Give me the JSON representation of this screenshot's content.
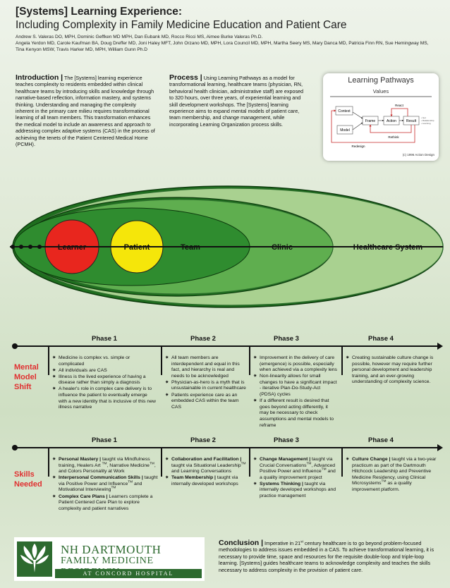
{
  "header": {
    "title_line1": "[Systems] Learning Experience:",
    "title_line2": "Including Complexity in Family Medicine Education and Patient Care",
    "authors_line1": "Andrew S. Valeras DO, MPH, Dominic Geffken MD MPH, Dan Eubank MD, Rocco Ricci MS, Aimee Burke Valeras Ph.D.",
    "authors_line2": "Angela Yerdon MD, Carole Kaufman BA, Doug Dreffer MD, Joni Haley MFT, John Orzano MD, MPH, Lora Council MD, MPH, Martha Seery MS,  Mary Danca MD, Patricia Finn RN, Sue Hemingway MS,",
    "authors_line3": "Tina Kenyon MSW, Travis Harker MD, MPH, William Gunn Ph.D"
  },
  "intro": {
    "heading": "Introduction |",
    "text": " The [Systems] learning experience teaches complexity to residents embedded within clinical healthcare teams by introducing skills and knowledge through narrative-based reflection, information mastery, and systems thinking. Understanding and managing the complexity inherent in the primary care milieu requires transformational learning of all team members. This transformation enhances the medical model to include an awareness and approach to addressing complex adaptive systems (CAS) in the process of achieving the tenets of the Patient Centered Medical Home (PCMH)."
  },
  "process": {
    "heading": "Process |",
    "text": "  Using Learning Pathways as a model for transformational learning, healthcare teams (physician, RN,  behavioral health clinician, administrative staff) are exposed to 320 hours, over three years, of experiential learning and skill development workshops. The [Systems] learning experience aims to expand mental models of patient care, team membership, and change management, while incorporating Learning Organization process skills."
  },
  "learning_pathways": {
    "title": "Learning Pathways",
    "values": "Values",
    "context": "Context",
    "model": "Model",
    "frame": "Frame",
    "action": "Action",
    "result": "Result",
    "result_note1": "• Get",
    "result_note2": "• Relationship",
    "result_note3": "• Learning",
    "react": "React",
    "rethink": "Rethink",
    "redesign": "Redesign",
    "copyright": "(c) 1996 Action Design"
  },
  "circles": {
    "learner": "Learner",
    "patient": "Patient",
    "team": "Team",
    "clinic": "Clinic",
    "system": "Healthcare System"
  },
  "phases": [
    "Phase 1",
    "Phase 2",
    "Phase 3",
    "Phase 4"
  ],
  "mental": {
    "label_line1": "Mental",
    "label_line2": "Model",
    "label_line3": "Shift",
    "p1": [
      "Medicine is complex vs. simple or complicated",
      "All individuals are CAS",
      "Illness is the lived experience of having a disease rather than simply a diagnosis",
      "A healer's role in complex care delivery is to influence the patient to eventually emerge with a new identity that is inclusive of this new illness narrative"
    ],
    "p2": [
      "All team members are interdependent and equal in this fact, and hierarchy is real and needs to be acknowledged",
      "Physician-as-hero is a myth that is unsustainable in current healthcare",
      "Patients experience care as an embedded CAS within the team CAS"
    ],
    "p3": [
      "Improvement in the delivery of care (emergence) is possible, especially when achieved via a complexity lens",
      "Non-linearity allows for small changes to have a significant impact - iterative Plan-Do-Study-Act (PDSA) cycles",
      "If a different result is desired that goes beyond acting differently, it may be necessary to check assumptions and mental models to reframe"
    ],
    "p4": [
      "Creating sustainable culture change is possible, however may require further personal development and leadership training, and an ever-growing understanding of complexity science."
    ]
  },
  "skills": {
    "label_line1": "Skills",
    "label_line2": "Needed",
    "p1": [
      {
        "b": "Personal Mastery |",
        "t": " taught via Mindfulness training,  Healers Art ",
        "sup": "TM",
        "t2": ",  Narrative Medicine",
        "sup2": "TM",
        "t3": ", and Colors Personality at Work"
      },
      {
        "b": "Interpersonal Communication Skills |",
        "t": " taught via Positive Power and Influence",
        "sup": "TM",
        "t2": " and Motivational Interviewing",
        "sup2": "TM",
        "t3": ""
      },
      {
        "b": "Complex Care Plans |",
        "t": " Learners complete a Patient Centered Care Plan to explore complexity and patient narratives",
        "sup": "",
        "t2": "",
        "sup2": "",
        "t3": ""
      }
    ],
    "p2": [
      {
        "b": "Collaboration and Facilitation |",
        "t": " taught via Situational Leadership",
        "sup": "TM",
        "t2": " and Learning Conversations",
        "sup2": "",
        "t3": ""
      },
      {
        "b": "Team Membership |",
        "t": " taught via internally developed workshops",
        "sup": "",
        "t2": "",
        "sup2": "",
        "t3": ""
      }
    ],
    "p3": [
      {
        "b": "Change Management  |",
        "t": " taught via Crucial Conversations",
        "sup": "TM",
        "t2": ", Advanced Positive Power and Influence",
        "sup2": "TM",
        "t3": " and a quality improvement project"
      },
      {
        "b": "Systems Thinking |",
        "t": " taught via internally developed workshops and practice management",
        "sup": "",
        "t2": "",
        "sup2": "",
        "t3": ""
      }
    ],
    "p4": [
      {
        "b": "Culture Change |",
        "t": " taught via a two-year practicum as part of the Dartmouth Hitchcock Leadership and Preventive Medicine Residency, using Clinical Microsystems",
        "sup": "TM",
        "t2": " as a quality improvement platform.",
        "sup2": "",
        "t3": ""
      }
    ]
  },
  "logo": {
    "line1": "NH DARTMOUTH",
    "line2": "FAMILY MEDICINE RESIDENCY",
    "line3": "AT CONCORD HOSPITAL"
  },
  "conclusion": {
    "heading": "Conclusion |",
    "text1": " Imperative in 21",
    "sup": "st",
    "text2": " century healthcare is to go beyond problem-focused methodologies to address issues embedded in a CAS.  To achieve transformational learning, it is necessary to provide time, space and resources for the requisite double-loop and triple-loop learning. [Systems] guides healthcare teams to acknowledge complexity and teaches the skills necessary to address complexity in the provision of patient care."
  },
  "colors": {
    "learner": "#e8261e",
    "patient": "#f5e60a",
    "team": "#2f8c2f",
    "clinic": "#5fae4f",
    "system": "#a9d190",
    "accent_red": "#e03030",
    "brand_green": "#2d6a2f"
  }
}
